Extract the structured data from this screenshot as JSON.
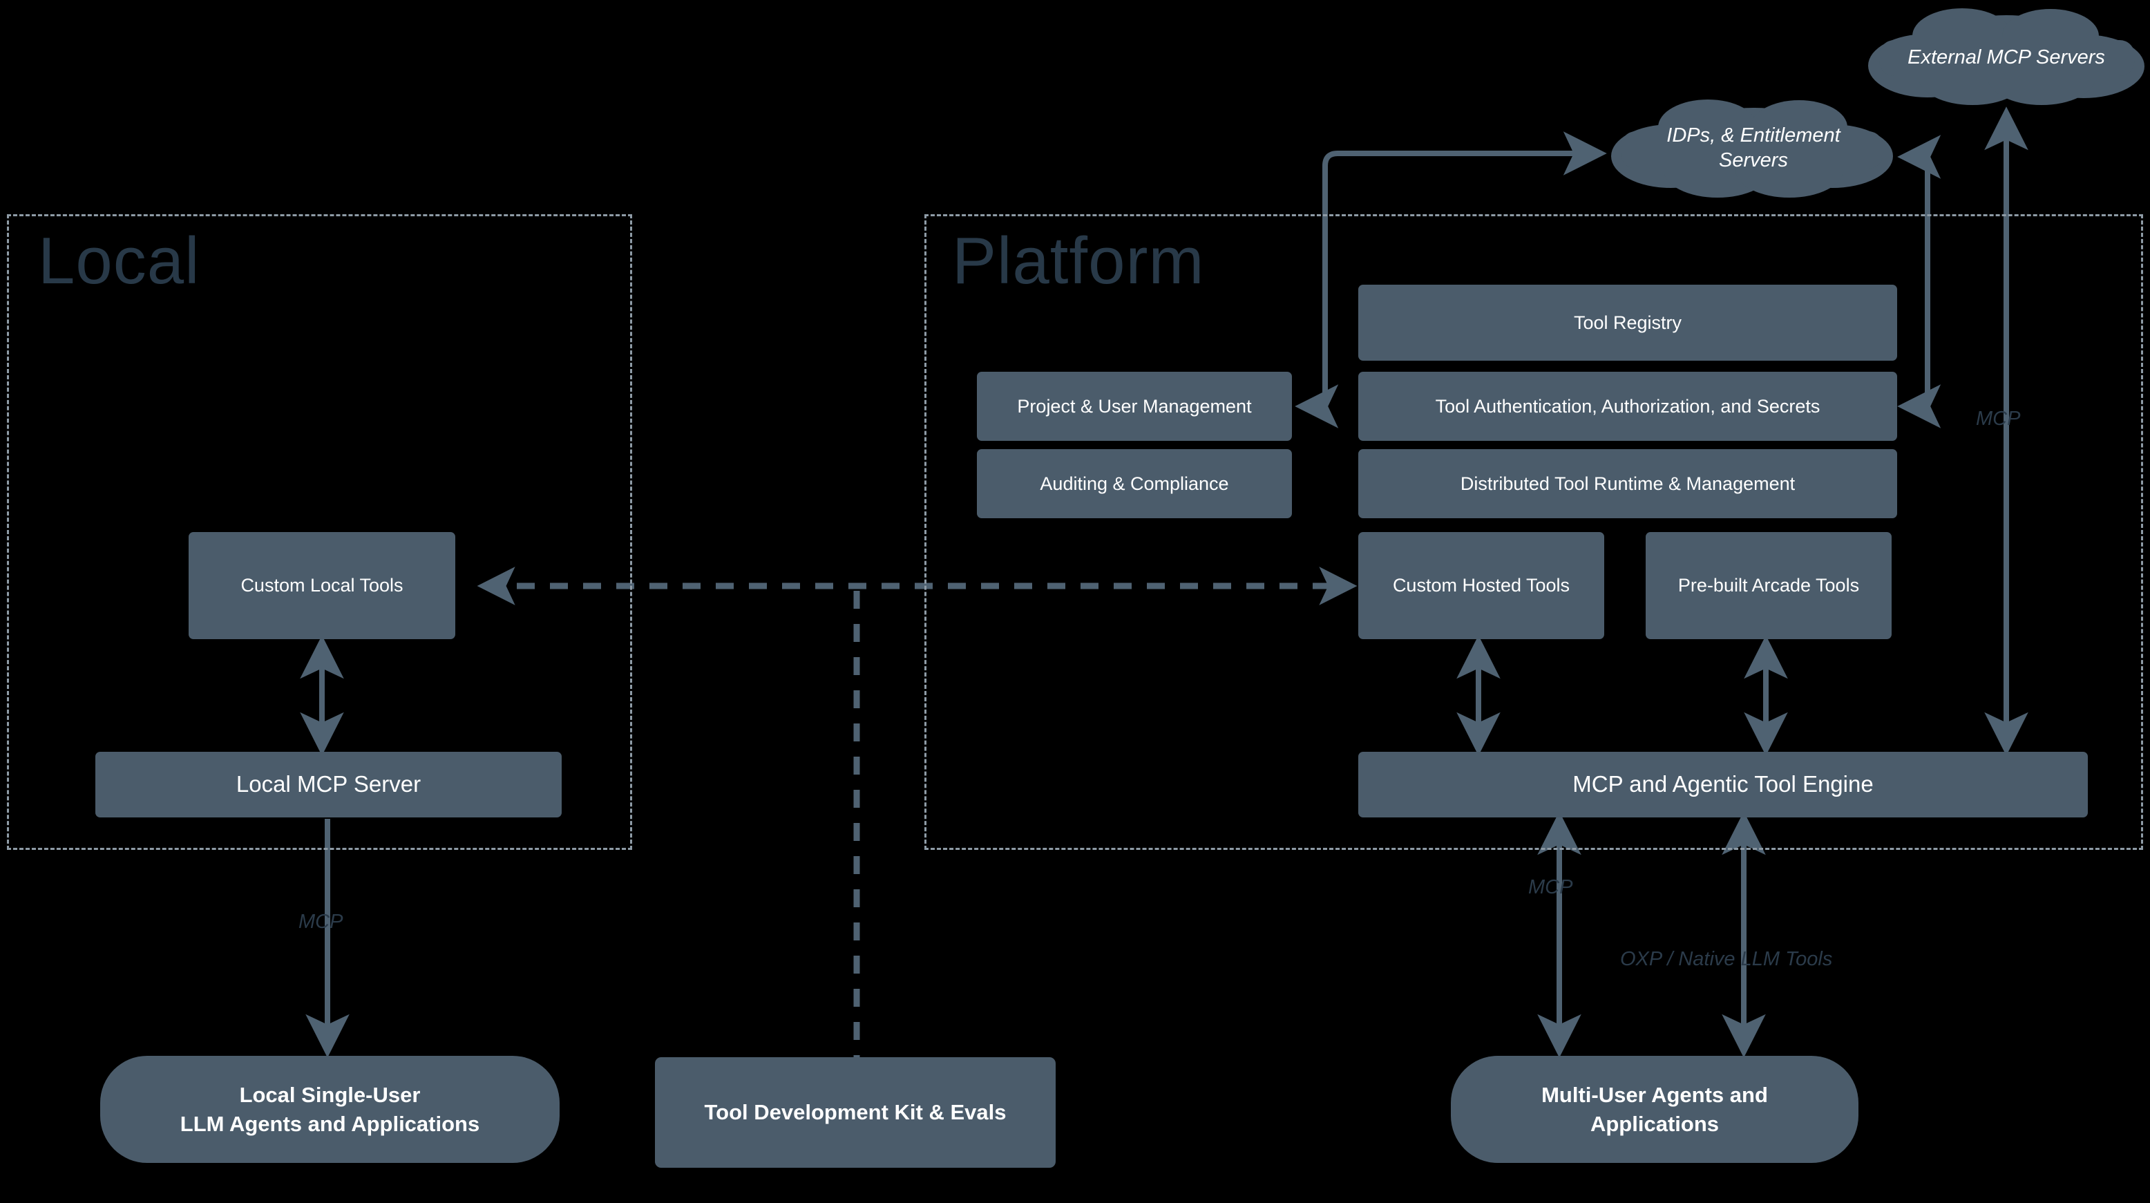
{
  "diagram": {
    "background": "#000000",
    "node_color": "#4b5c6b",
    "zone_border_color": "#8e9ba6",
    "zone_title_color": "#283948",
    "connector_color": "#4f6272",
    "edge_label_color": "#2b3b4a",
    "node_text_color": "#ffffff"
  },
  "zones": [
    {
      "id": "local",
      "title": "Local"
    },
    {
      "id": "platform",
      "title": "Platform"
    }
  ],
  "clouds": [
    {
      "id": "external-mcp-servers",
      "label": "External MCP Servers"
    },
    {
      "id": "idps-entitlement-servers",
      "label": "IDPs, & Entitlement\nServers"
    }
  ],
  "local_nodes": [
    {
      "id": "custom-local-tools",
      "label": "Custom Local Tools"
    },
    {
      "id": "local-mcp-server",
      "label": "Local MCP Server"
    }
  ],
  "platform_nodes": [
    {
      "id": "tool-registry",
      "label": "Tool Registry"
    },
    {
      "id": "project-user-management",
      "label": "Project & User Management"
    },
    {
      "id": "tool-auth",
      "label": "Tool Authentication, Authorization, and Secrets"
    },
    {
      "id": "auditing-compliance",
      "label": "Auditing & Compliance"
    },
    {
      "id": "distributed-tool-runtime",
      "label": "Distributed Tool Runtime & Management"
    },
    {
      "id": "custom-hosted-tools",
      "label": "Custom Hosted Tools"
    },
    {
      "id": "prebuilt-arcade-tools",
      "label": "Pre-built Arcade Tools"
    },
    {
      "id": "mcp-agentic-tool-engine",
      "label": "MCP and Agentic Tool Engine"
    }
  ],
  "bottom_nodes": [
    {
      "id": "local-single-user-agents",
      "line1": "Local Single-User",
      "line2": "LLM Agents and Applications"
    },
    {
      "id": "tool-development-kit",
      "label": "Tool Development Kit & Evals"
    },
    {
      "id": "multi-user-agents",
      "line1": "Multi-User Agents and",
      "line2": "Applications"
    }
  ],
  "edge_labels": [
    {
      "id": "mcp-local",
      "text": "MCP"
    },
    {
      "id": "mcp-platform",
      "text": "MCP"
    },
    {
      "id": "oxp-native-llm-tools",
      "text": "OXP / Native LLM Tools"
    },
    {
      "id": "mcp-external",
      "text": "MCP"
    }
  ]
}
